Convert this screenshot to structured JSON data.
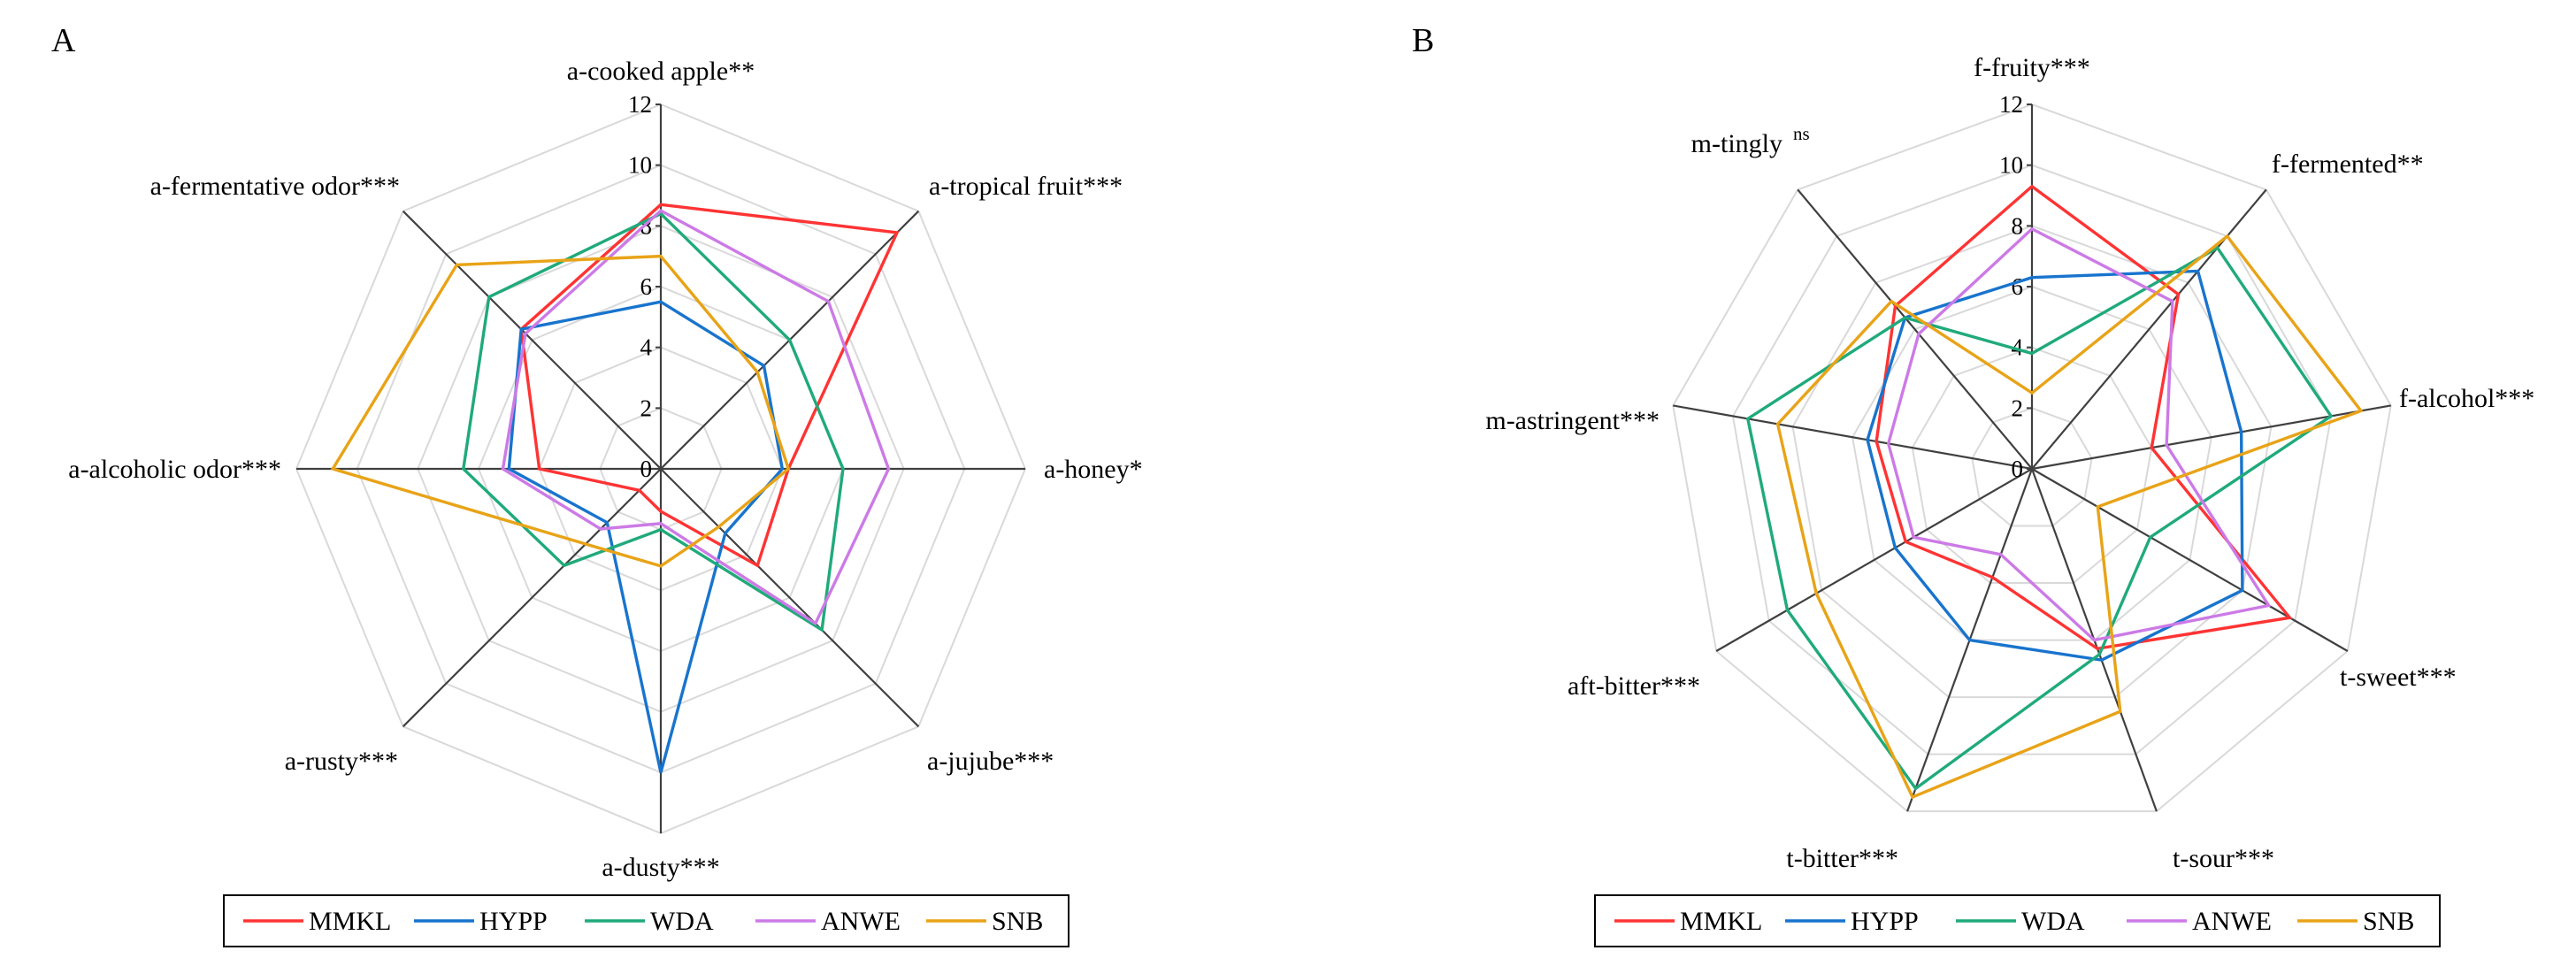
{
  "chart_data": [
    {
      "type": "radar",
      "panel_label": "A",
      "axes": [
        "a-cooked apple**",
        "a-tropical fruit***",
        "a-honey*",
        "a-jujube***",
        "a-dusty***",
        "a-rusty***",
        "a-alcoholic odor***",
        "a-fermentative odor***"
      ],
      "axes_sup": [
        "",
        "",
        "",
        "",
        "",
        "",
        "",
        ""
      ],
      "rlim": [
        0,
        12
      ],
      "ticks": [
        "0",
        "2",
        "4",
        "6",
        "8",
        "10",
        "12"
      ],
      "grid": true,
      "legend_position": "bottom",
      "series": [
        {
          "name": "MMKL",
          "color": "#ff3333",
          "values": [
            8.7,
            11.0,
            4.2,
            4.5,
            1.4,
            1.0,
            4.0,
            6.5
          ]
        },
        {
          "name": "HYPP",
          "color": "#1874cd",
          "values": [
            5.5,
            4.8,
            4.0,
            3.0,
            10.0,
            2.5,
            5.0,
            6.5
          ]
        },
        {
          "name": "WDA",
          "color": "#1faa7a",
          "values": [
            8.4,
            6.0,
            6.0,
            7.5,
            2.0,
            4.5,
            6.5,
            8.0
          ]
        },
        {
          "name": "ANWE",
          "color": "#cc7ae6",
          "values": [
            8.5,
            7.8,
            7.5,
            7.2,
            1.8,
            2.8,
            5.2,
            6.3
          ]
        },
        {
          "name": "SNB",
          "color": "#e8a317",
          "values": [
            7.0,
            4.5,
            4.2,
            2.7,
            3.2,
            3.5,
            10.8,
            9.5
          ]
        }
      ]
    },
    {
      "type": "radar",
      "panel_label": "B",
      "axes": [
        "f-fruity***",
        "f-fermented**",
        "f-alcohol***",
        "t-sweet***",
        "t-sour***",
        "t-bitter***",
        "aft-bitter***",
        "m-astringent***",
        "m-tingly"
      ],
      "axes_sup": [
        "",
        "",
        "",
        "",
        "",
        "",
        "",
        "",
        "ns"
      ],
      "rlim": [
        0,
        12
      ],
      "ticks": [
        "0",
        "2",
        "4",
        "6",
        "8",
        "10",
        "12"
      ],
      "grid": true,
      "legend_position": "bottom",
      "series": [
        {
          "name": "MMKL",
          "color": "#ff3333",
          "values": [
            9.3,
            7.5,
            4.0,
            9.8,
            6.3,
            3.8,
            4.8,
            5.2,
            7.0
          ]
        },
        {
          "name": "HYPP",
          "color": "#1874cd",
          "values": [
            6.3,
            8.5,
            7.0,
            8.0,
            6.7,
            6.0,
            5.2,
            5.5,
            6.5
          ]
        },
        {
          "name": "WDA",
          "color": "#1faa7a",
          "values": [
            3.8,
            9.5,
            10.0,
            4.5,
            6.5,
            11.2,
            9.3,
            9.5,
            6.5
          ]
        },
        {
          "name": "ANWE",
          "color": "#cc7ae6",
          "values": [
            7.9,
            7.2,
            4.5,
            9.0,
            6.0,
            3.0,
            4.5,
            4.8,
            5.8
          ]
        },
        {
          "name": "SNB",
          "color": "#e8a317",
          "values": [
            2.5,
            10.0,
            11.0,
            2.5,
            8.5,
            11.5,
            8.2,
            8.5,
            7.2
          ]
        }
      ]
    }
  ]
}
